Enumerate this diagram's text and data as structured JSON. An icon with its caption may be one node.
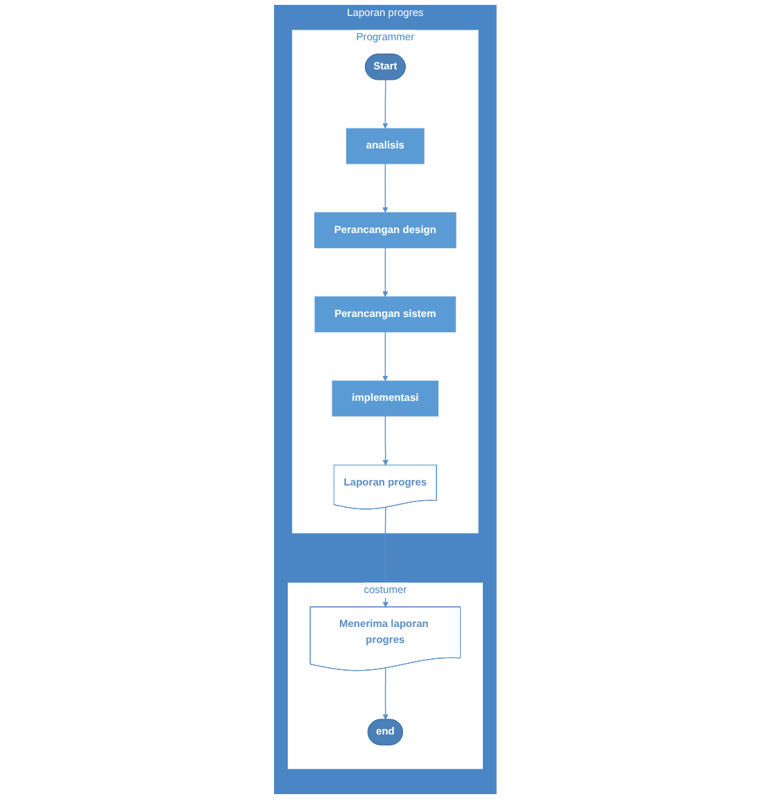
{
  "diagram": {
    "nodes": [
      {
        "text": [
          "Laporan progres"
        ]
      },
      {
        "text": [
          "Programmer"
        ],
        "in": 0
      },
      {
        "text": [
          "costumer"
        ],
        "in": 0
      },
      {
        "text": [
          "Start"
        ],
        "in": 1
      },
      {
        "text": [
          "analisis"
        ],
        "in": 1
      },
      {
        "text": [
          "Perancangan design"
        ],
        "in": 1
      },
      {
        "text": [
          "Perancangan sistem"
        ],
        "in": 1
      },
      {
        "text": [
          "implementasi"
        ],
        "in": 1
      },
      {
        "text": [
          "Laporan progres"
        ],
        "in": 1
      },
      {
        "text": [
          "Menerima laporan progres"
        ],
        "in": 2
      },
      {
        "text": [
          "end"
        ],
        "in": 2
      }
    ],
    "edges": [
      {
        "from": 3,
        "to": 4,
        "arrow": "to"
      },
      {
        "from": 4,
        "to": 5,
        "arrow": "to"
      },
      {
        "from": 5,
        "to": 6,
        "arrow": "to"
      },
      {
        "from": 6,
        "to": 7,
        "arrow": "to"
      },
      {
        "from": 7,
        "to": 8,
        "arrow": "to"
      },
      {
        "from": 8,
        "to": 9,
        "arrow": "to"
      },
      {
        "from": 9,
        "to": 10,
        "arrow": "to"
      }
    ]
  }
}
